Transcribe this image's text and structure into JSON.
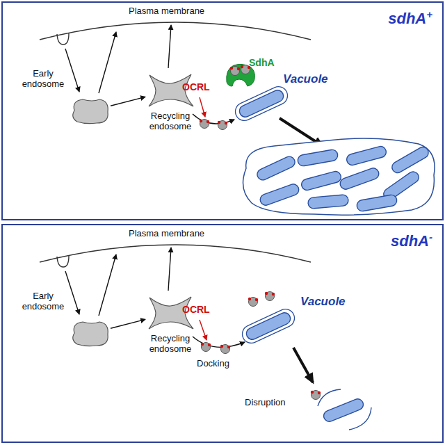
{
  "diagram": {
    "nodes": [
      {
        "text": [
          "sdhA+"
        ]
      },
      {
        "text": [
          "Early endosome"
        ],
        "in": 0
      },
      {
        "text": [
          "Recycling endosome"
        ],
        "in": 0
      },
      {
        "text": [
          "SdhA"
        ],
        "in": 0
      },
      {
        "text": [
          "Vacuole"
        ],
        "in": 0
      },
      {
        "text": [
          "sdhA-"
        ]
      },
      {
        "text": [
          "Early endosome"
        ],
        "in": 5
      },
      {
        "text": [
          "Recycling endosome"
        ],
        "in": 5
      },
      {
        "text": [
          "Vacuole"
        ],
        "in": 5
      }
    ],
    "edges": [
      {
        "from": 1,
        "to": 2,
        "arrow": "to"
      },
      {
        "from": 6,
        "to": 7,
        "arrow": "to"
      }
    ],
    "labels": [
      "Plasma membrane",
      "OCRL",
      "Plasma membrane",
      "OCRL",
      "Docking",
      "Disruption"
    ]
  }
}
